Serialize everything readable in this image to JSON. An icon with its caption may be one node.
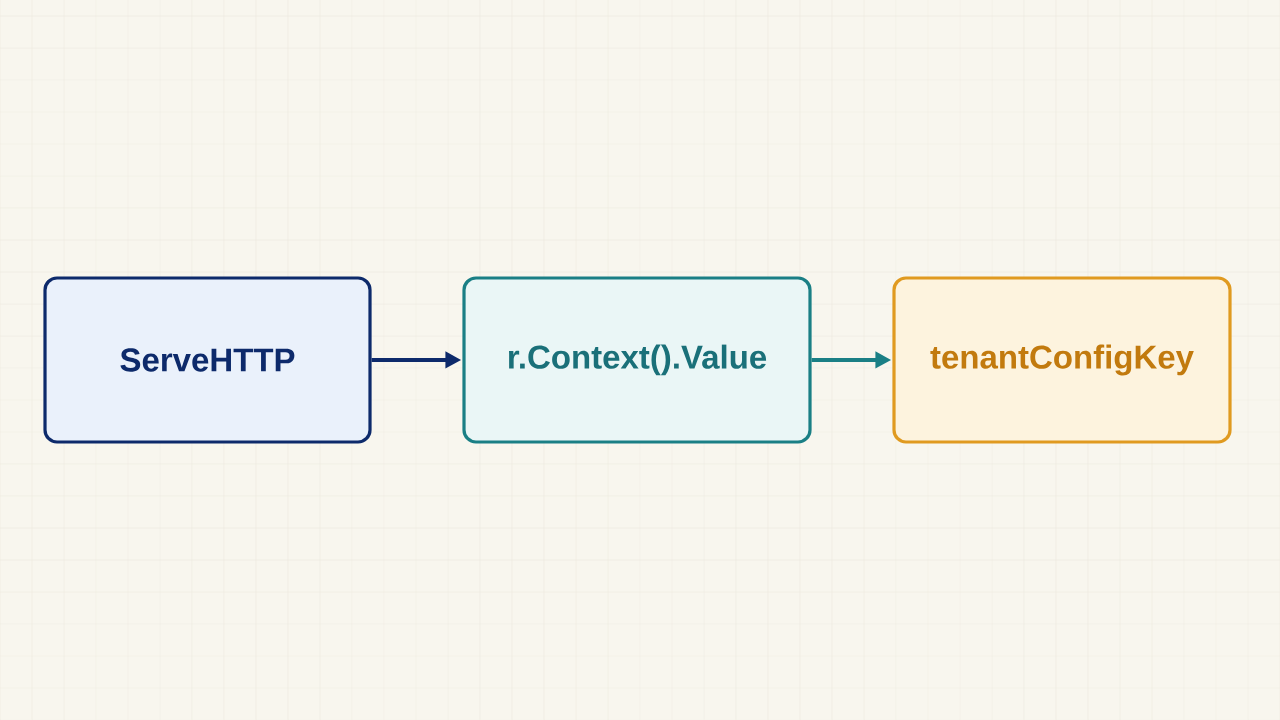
{
  "diagram": {
    "nodes": [
      {
        "text": [
          "ServeHTTP"
        ]
      },
      {
        "text": [
          "r.Context().Value"
        ]
      },
      {
        "text": [
          "tenantConfigKey"
        ]
      }
    ],
    "edges": [
      {
        "from": 0,
        "to": 1,
        "arrow": "to",
        "color": "#0d2a6b"
      },
      {
        "from": 1,
        "to": 2,
        "arrow": "to",
        "color": "#1a7f85"
      }
    ]
  }
}
